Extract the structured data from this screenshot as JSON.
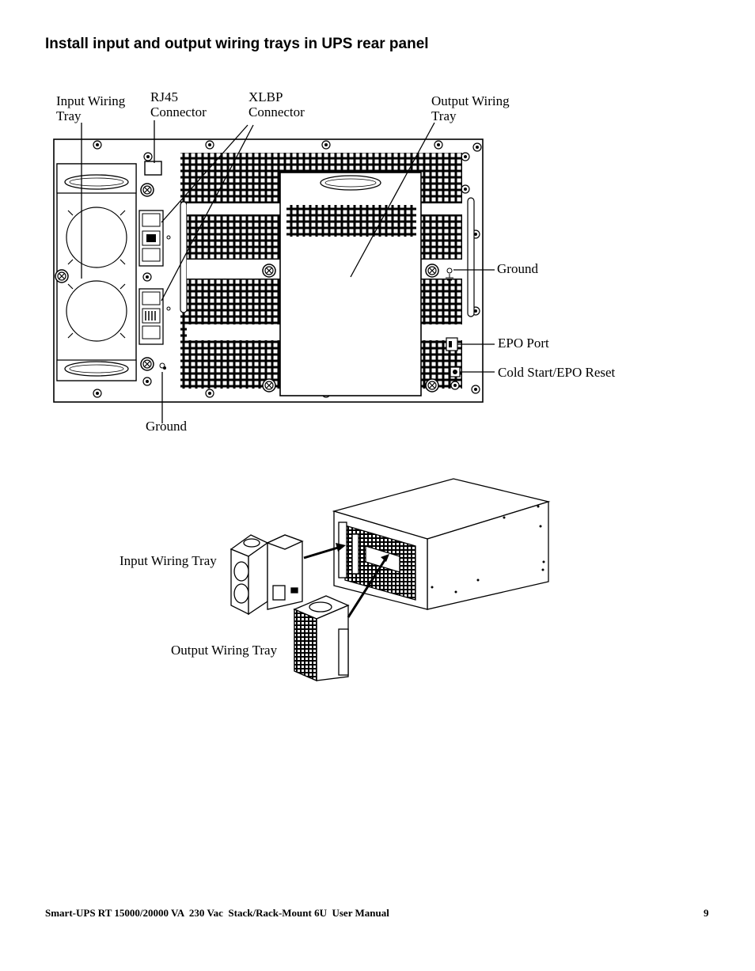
{
  "page": {
    "title": "Install input and output wiring trays in UPS rear panel"
  },
  "rear_panel": {
    "labels": {
      "input_wiring_tray": [
        "Input Wiring",
        "Tray"
      ],
      "rj45": [
        "RJ45",
        "Connector"
      ],
      "xlbp": [
        "XLBP",
        "Connector"
      ],
      "output_wiring_tray": [
        "Output Wiring",
        "Tray"
      ],
      "ground_right": "Ground",
      "epo_port": "EPO Port",
      "cold_start": "Cold Start/EPO Reset",
      "ground_bottom": "Ground"
    }
  },
  "install_view": {
    "labels": {
      "input_wiring_tray": "Input Wiring Tray",
      "output_wiring_tray": "Output Wiring Tray"
    }
  },
  "footer": {
    "manual_title": "Smart-UPS RT 15000/20000 VA  230 Vac  Stack/Rack-Mount 6U  User Manual",
    "page_number": "9"
  }
}
